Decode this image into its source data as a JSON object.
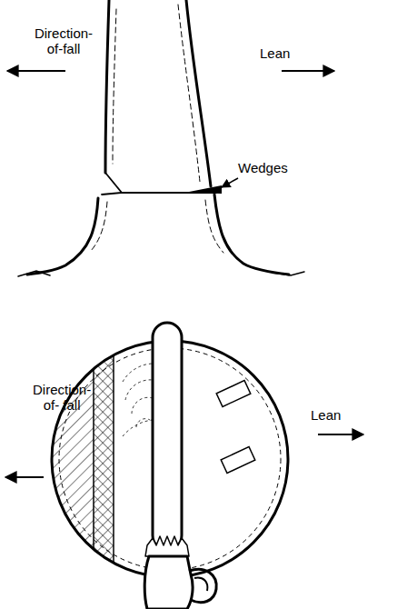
{
  "diagram": {
    "labels": [
      "Direction- of-fall",
      "Lean",
      "Wedges",
      "Direction- of- fall",
      "Lean"
    ]
  }
}
